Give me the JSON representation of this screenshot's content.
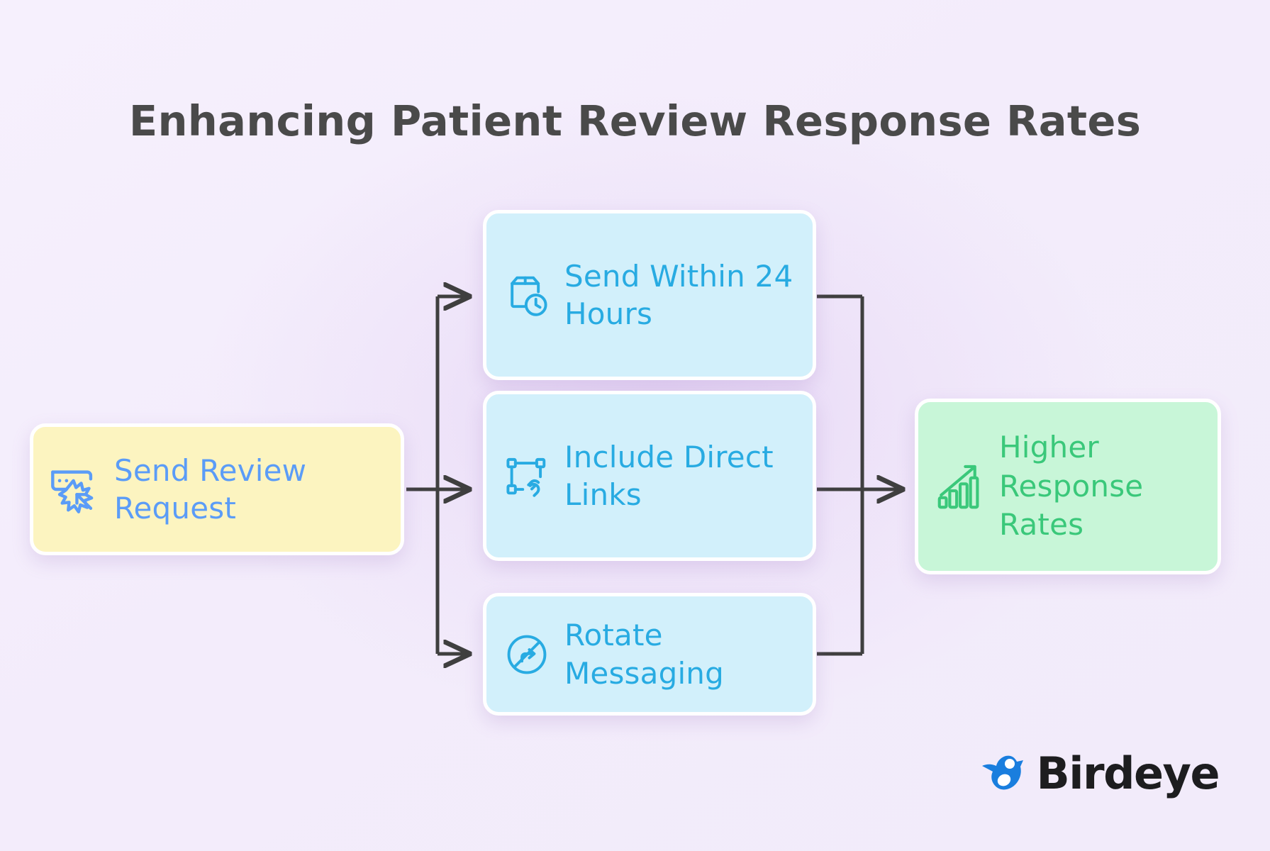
{
  "title": "Enhancing Patient Review Response Rates",
  "colors": {
    "background": "#f4eefc",
    "start_fill": "#fcf4c0",
    "start_text": "#5b9cf7",
    "step_fill": "#d2f0fb",
    "step_text": "#28abe2",
    "outcome_fill": "#c8f6d8",
    "outcome_text": "#3ac87a",
    "connector": "#3f3f3f",
    "card_border": "#ffffff",
    "logo_bird": "#1a7ede",
    "logo_text": "#1d1d1f",
    "title_text": "#4a4a4a"
  },
  "flow": {
    "start": {
      "label": "Send Review Request",
      "icon": "review-request-click-icon"
    },
    "steps": [
      {
        "label": "Send Within 24 Hours",
        "icon": "package-clock-icon"
      },
      {
        "label": "Include Direct Links",
        "icon": "selection-link-icon"
      },
      {
        "label": "Rotate Messaging",
        "icon": "rotate-redirect-icon"
      }
    ],
    "outcome": {
      "label": "Higher Response Rates",
      "icon": "bar-chart-growth-icon"
    }
  },
  "branding": {
    "name": "Birdeye",
    "mark": "bird-logo-icon"
  }
}
